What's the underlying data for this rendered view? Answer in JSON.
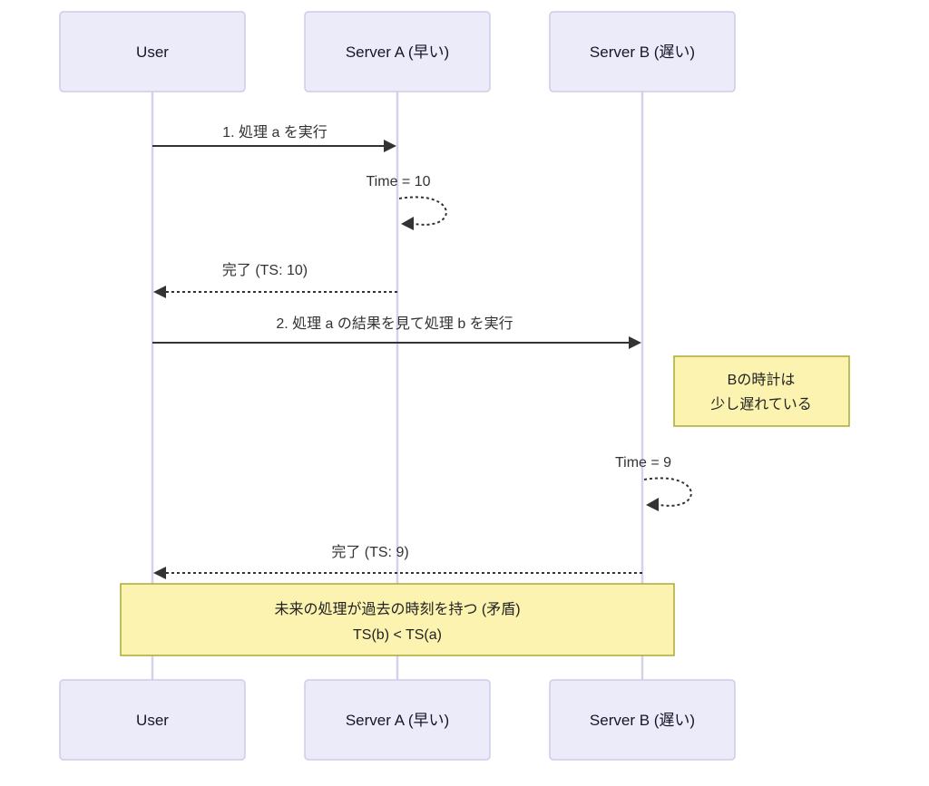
{
  "diagram": {
    "type": "sequence-diagram",
    "participants": [
      {
        "id": "user",
        "label": "User"
      },
      {
        "id": "server-a",
        "label": "Server A (早い)"
      },
      {
        "id": "server-b",
        "label": "Server B (遅い)"
      }
    ],
    "messages": [
      {
        "from": "user",
        "to": "server-a",
        "style": "solid",
        "label": "1. 処理 a を実行"
      },
      {
        "from": "server-a",
        "to": "server-a",
        "style": "dashed-self-loop",
        "label": "Time = 10"
      },
      {
        "from": "server-a",
        "to": "user",
        "style": "dashed",
        "label": "完了 (TS: 10)"
      },
      {
        "from": "user",
        "to": "server-b",
        "style": "solid",
        "label": "2. 処理 a の結果を見て処理 b を実行"
      },
      {
        "from": "server-b",
        "to": "server-b",
        "style": "dashed-self-loop",
        "label": "Time = 9"
      },
      {
        "from": "server-b",
        "to": "user",
        "style": "dashed",
        "label": "完了 (TS: 9)"
      }
    ],
    "notes": [
      {
        "position": "right-of-server-b",
        "line1": "Bの時計は",
        "line2": "少し遅れている"
      },
      {
        "position": "over-user-to-server-b",
        "line1": "未来の処理が過去の時刻を持つ (矛盾)",
        "line2": "TS(b) < TS(a)"
      }
    ],
    "colors": {
      "actor_fill": "#ecebf9",
      "actor_border": "#cfcbe9",
      "lifeline": "#d5d1ec",
      "arrow": "#333333",
      "text": "#333333",
      "note_fill": "#fbf3af",
      "note_border": "#aaaa33",
      "background": "#ffffff"
    }
  }
}
